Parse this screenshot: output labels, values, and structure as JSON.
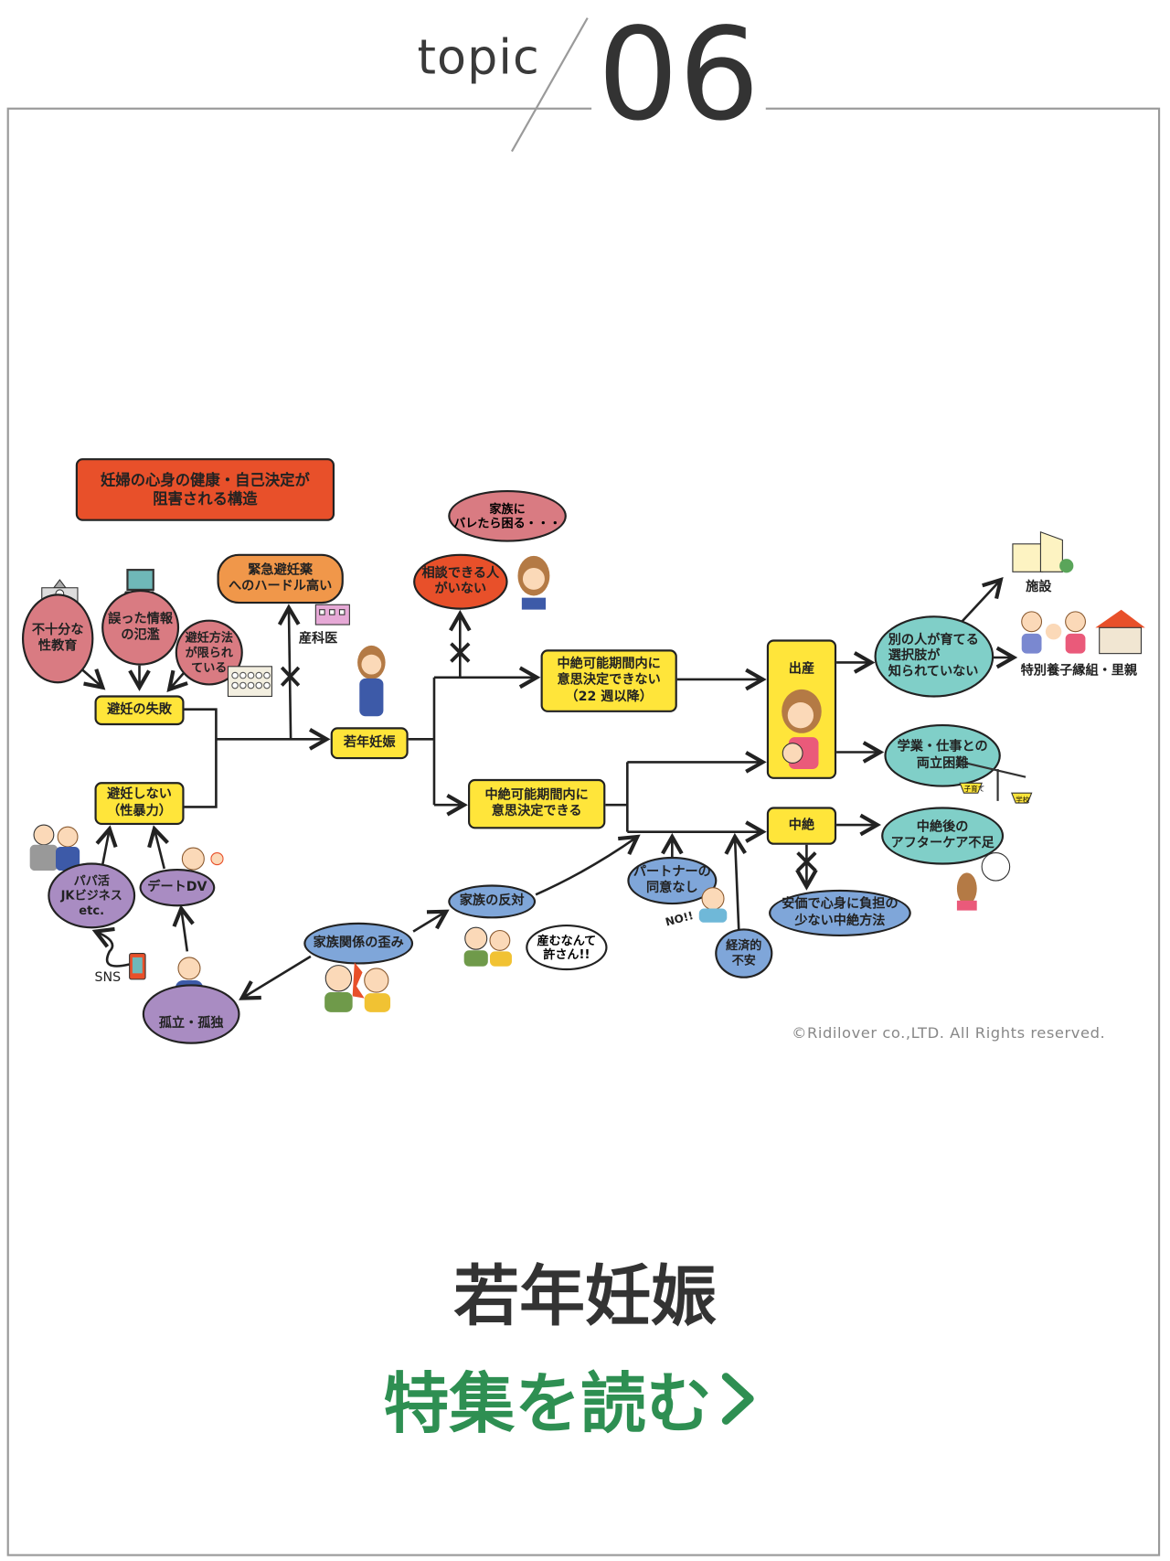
{
  "header": {
    "topic_label": "topic",
    "topic_number": "06"
  },
  "diagram": {
    "heading": "妊婦の心身の健康・自己決定が\n阻害される構造",
    "emergency_contraception": "緊急避妊薬\nへのハードル高い",
    "obgyn": "産科医",
    "insufficient_education": "不十分な\n性教育",
    "misinformation": "誤った情報\nの氾濫",
    "limited_methods": "避妊方法\nが限られ\nている",
    "contraception_failure": "避妊の失敗",
    "no_contraception": "避妊しない\n（性暴力）",
    "teen_pregnancy": "若年妊娠",
    "no_one_to_consult": "相談できる人\nがいない",
    "thought_family": "家族に\nバレたら困る・・・",
    "cannot_decide": "中絶可能期間内に\n意思決定できない\n（22 週以降）",
    "can_decide": "中絶可能期間内に\n意思決定できる",
    "birth": "出産",
    "abortion": "中絶",
    "options_unknown": "別の人が育てる\n選択肢が\n知られていない",
    "facility": "施設",
    "adoption": "特別養子縁組・里親",
    "school_work": "学業・仕事との\n両立困難",
    "aftercare": "中絶後の\nアフターケア不足",
    "safe_abortion": "安価で心身に負担の\n少ない中絶方法",
    "partner_no_consent": "パートナーの\n同意なし",
    "no_shout": "NO!!",
    "economic_anxiety": "経済的\n不安",
    "family_opposition": "家族の反対",
    "family_quote": "産むなんて\n許さん!!",
    "family_distortion": "家族関係の歪み",
    "papakatsu": "パパ活\nJKビジネス\netc.",
    "date_dv": "デートDV",
    "isolation": "孤立・孤独",
    "sns": "SNS",
    "scale_childcare": "子育て",
    "scale_school": "学校"
  },
  "copyright": "©Ridilover co.,LTD. All Rights reserved.",
  "feature": {
    "title": "若年妊娠",
    "cta_label": "特集を読む"
  },
  "colors": {
    "accent_green": "#2e8f52",
    "yellow": "#ffe53a",
    "red": "#e8502a",
    "teal": "#80cfc8",
    "blue": "#7fa6d9",
    "purple": "#a98cc2",
    "pink": "#d97b82"
  }
}
